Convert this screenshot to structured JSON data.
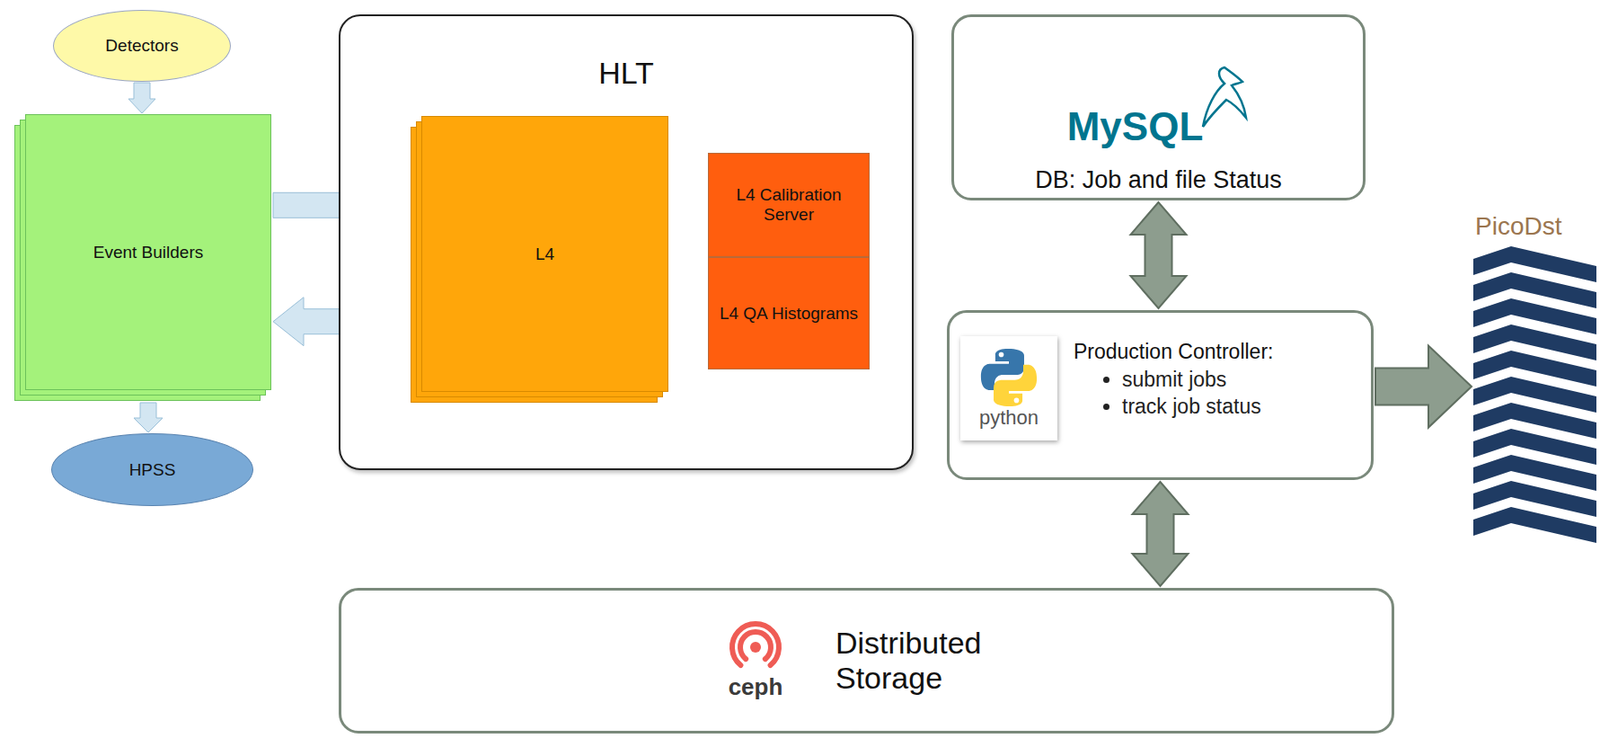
{
  "diagram": {
    "nodes": [
      {
        "text": [
          "Detectors"
        ]
      },
      {
        "text": [
          "Event Builders"
        ]
      },
      {
        "text": [
          "HPSS"
        ]
      },
      {
        "text": [
          "HLT"
        ]
      },
      {
        "text": [
          "L4"
        ],
        "in": 3
      },
      {
        "text": [
          "L4 Calibration Server"
        ],
        "in": 3
      },
      {
        "text": [
          "L4 QA Histograms"
        ],
        "in": 3
      },
      {
        "text": [
          "MySQL",
          "DB: Job and file Status"
        ]
      },
      {
        "text": [
          "python",
          "Production Controller:",
          "submit jobs",
          "track job status"
        ]
      },
      {
        "text": [
          "PicoDst"
        ]
      },
      {
        "text": [
          "ceph",
          "Distributed Storage"
        ]
      }
    ],
    "edges": [
      {
        "from": 0,
        "to": 1,
        "arrow": "to"
      },
      {
        "from": 1,
        "to": 4,
        "arrow": "to"
      },
      {
        "from": 4,
        "to": 1,
        "arrow": "to"
      },
      {
        "from": 1,
        "to": 2,
        "arrow": "to"
      },
      {
        "from": 4,
        "to": 5,
        "arrow": "both"
      },
      {
        "from": 4,
        "to": 6,
        "arrow": "to"
      },
      {
        "from": 7,
        "to": 8,
        "arrow": "both"
      },
      {
        "from": 8,
        "to": 9,
        "arrow": "to"
      },
      {
        "from": 8,
        "to": 10,
        "arrow": "both"
      }
    ]
  }
}
